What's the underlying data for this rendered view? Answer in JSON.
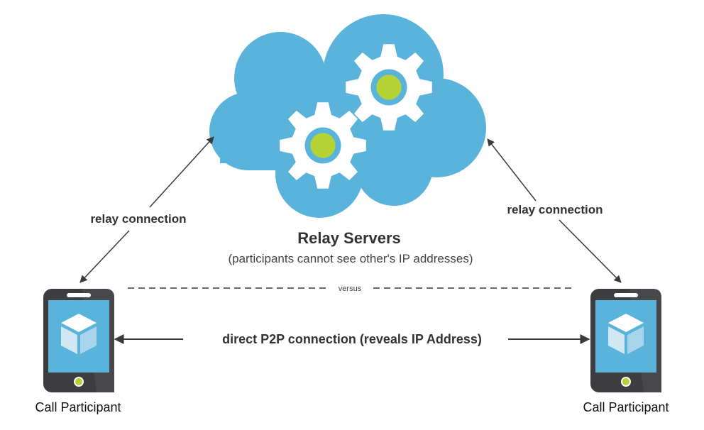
{
  "cloud": {
    "title": "Relay Servers",
    "subtitle": "(participants cannot see other's IP addresses)",
    "icon": "cloud-gears-icon"
  },
  "connections": {
    "relay_left_label": "relay connection",
    "relay_right_label": "relay connection",
    "divider_label": "versus",
    "direct_label": "direct P2P connection (reveals IP Address)"
  },
  "participants": [
    {
      "label": "Call Participant",
      "icon": "smartphone-icon"
    },
    {
      "label": "Call Participant",
      "icon": "smartphone-icon"
    }
  ],
  "colors": {
    "cloud": "#5ab3da",
    "gear": "#ffffff",
    "gear_center": "#b5d334",
    "phone_body": "#3d3d3f",
    "phone_screen": "#5ab3da",
    "line": "#3a3a3a"
  }
}
